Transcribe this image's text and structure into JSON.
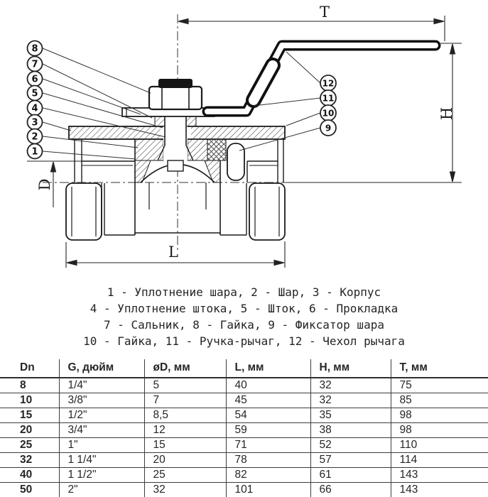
{
  "drawing": {
    "dim_labels": {
      "t": "T",
      "h": "H",
      "d": "D",
      "l": "L"
    },
    "callouts_left": [
      "8",
      "7",
      "6",
      "5",
      "4",
      "3",
      "2",
      "1"
    ],
    "callouts_right": [
      "12",
      "11",
      "10",
      "9"
    ]
  },
  "legend": {
    "lines": [
      "1 - Уплотнение шара, 2 - Шар, 3 - Корпус",
      "4 - Уплотнение штока, 5 - Шток, 6 - Прокладка",
      "7 - Сальник, 8 - Гайка, 9 - Фиксатор шара",
      "10 - Гайка, 11 - Ручка-рычаг, 12 - Чехол рычага"
    ]
  },
  "table": {
    "headers": [
      "Dn",
      "G, дюйм",
      "øD, мм",
      "L, мм",
      "H, мм",
      "T, мм"
    ],
    "rows": [
      [
        "8",
        "1/4\"",
        "5",
        "40",
        "32",
        "75"
      ],
      [
        "10",
        "3/8\"",
        "7",
        "45",
        "32",
        "85"
      ],
      [
        "15",
        "1/2\"",
        "8,5",
        "54",
        "35",
        "98"
      ],
      [
        "20",
        "3/4\"",
        "12",
        "59",
        "38",
        "98"
      ],
      [
        "25",
        "1\"",
        "15",
        "71",
        "52",
        "110"
      ],
      [
        "32",
        "1 1/4\"",
        "20",
        "78",
        "57",
        "114"
      ],
      [
        "40",
        "1 1/2\"",
        "25",
        "82",
        "61",
        "143"
      ],
      [
        "50",
        "2\"",
        "32",
        "101",
        "66",
        "143"
      ]
    ]
  },
  "colors": {
    "line": "#1b1b1b",
    "text": "#242424",
    "background": "#ffffff"
  }
}
